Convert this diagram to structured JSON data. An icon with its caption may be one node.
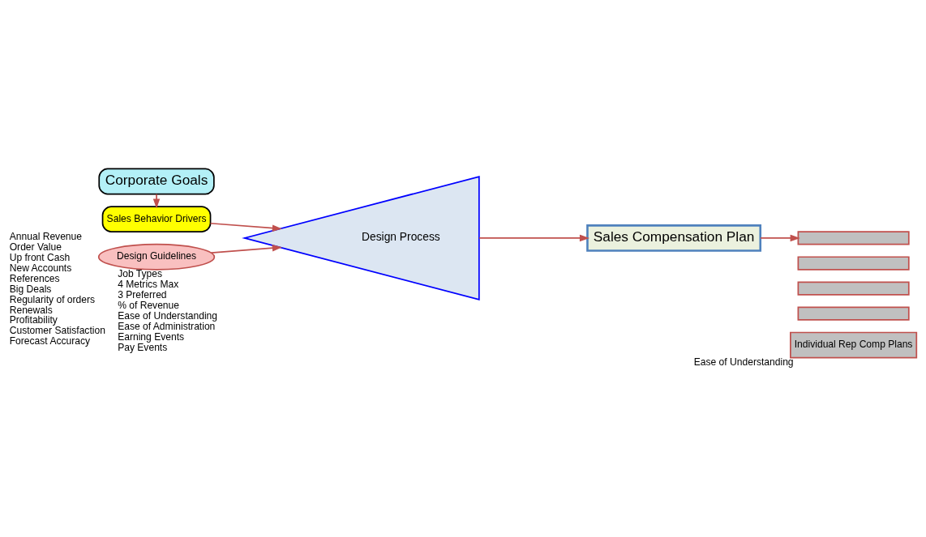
{
  "diagram": {
    "nodes": [
      {
        "text": [
          "Corporate Goals"
        ]
      },
      {
        "text": [
          "Sales Behavior Drivers"
        ],
        "beside": [
          "Annual Revenue",
          "Order Value",
          "Up front Cash",
          "New Accounts",
          "References",
          "Big Deals",
          "Regularity of orders",
          "Renewals",
          "Profitability",
          "Customer Satisfaction",
          "Forecast Accuracy"
        ]
      },
      {
        "text": [
          "Design Process"
        ]
      },
      {
        "text": [
          "Design Guidelines"
        ],
        "beside": [
          "Job Types",
          "4 Metrics Max",
          "3 Preferred",
          "% of Revenue",
          "Ease of Understanding",
          "Ease of Administration",
          "Earning Events",
          "Pay Events"
        ]
      },
      {
        "text": [
          "Sales Compensation Plan"
        ]
      },
      {
        "text": [],
        "shape": "box"
      },
      {
        "text": [],
        "shape": "box"
      },
      {
        "text": [],
        "shape": "box"
      },
      {
        "text": [],
        "shape": "box"
      },
      {
        "text": [
          "Individual Rep Comp Plans"
        ],
        "beside": [
          "Ease of Understanding"
        ]
      }
    ],
    "edges": [
      {
        "from": 0,
        "to": 1,
        "arrow": "to"
      },
      {
        "from": 1,
        "to": 2,
        "arrow": "to"
      },
      {
        "from": 3,
        "to": 2,
        "arrow": "to"
      },
      {
        "from": 2,
        "to": 4,
        "arrow": "to"
      },
      {
        "from": 4,
        "to": 5,
        "arrow": "to"
      }
    ]
  }
}
